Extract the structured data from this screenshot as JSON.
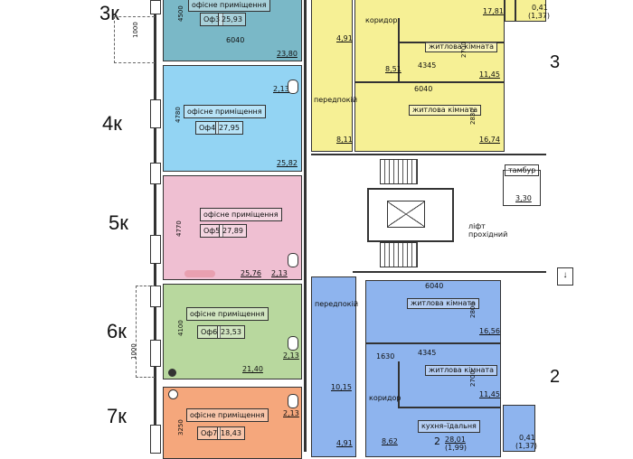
{
  "units": [
    {
      "id": "3k",
      "label": "3к",
      "type": "офісне приміщення",
      "code": "Оф3",
      "area": "25,93",
      "total": "23,80",
      "height": "4500",
      "color": "#7ab8c7"
    },
    {
      "id": "4k",
      "label": "4к",
      "type": "офісне приміщення",
      "code": "Оф4",
      "area": "27,95",
      "total": "25,82",
      "height": "4780",
      "extra": "2,13",
      "color": "#93d4f3"
    },
    {
      "id": "5k",
      "label": "5к",
      "type": "офісне приміщення",
      "code": "Оф5",
      "area": "27,89",
      "total": "25,76",
      "height": "4770",
      "extra": "2,13",
      "color": "#efbfd2"
    },
    {
      "id": "6k",
      "label": "6к",
      "type": "офісне приміщення",
      "code": "Оф6",
      "area": "23,53",
      "total": "21,40",
      "height": "4100",
      "extra": "2,13",
      "color": "#b8d89e"
    },
    {
      "id": "7k",
      "label": "7к",
      "type": "офісне приміщення",
      "code": "Оф7",
      "area": "18,43",
      "height": "3250",
      "extra": "2,13",
      "color": "#f5a77c"
    }
  ],
  "dims": {
    "width_top": "6040",
    "gap_left_1": "1000",
    "gap_left_2": "1000",
    "mid_width": "6040",
    "bottom_width": "6040",
    "inner_width": "4345",
    "inner_width_2": "4345",
    "corridor_gap": "1630",
    "h_2700": "2700",
    "h_2830": "2830",
    "h_2800": "2800",
    "h_2700b": "2700"
  },
  "apt3": {
    "number": "3",
    "corridor": "коридор",
    "corridor_area": "8,51",
    "room1": "житлова кімната",
    "room1_area": "11,45",
    "room2": "житлова кімната",
    "room2_area": "16,74",
    "hall": "передпокій",
    "hall_area": "8,11",
    "bath_area": "4,91",
    "top_area": "17,81",
    "balcony": "0,41",
    "balcony_coef": "(1,37)"
  },
  "core": {
    "tambur": "тамбур",
    "tambur_area": "3,30",
    "lift": "ліфт прохідний"
  },
  "apt2": {
    "number": "2",
    "hall": "передпокій",
    "hall_area": "10,15",
    "bath_area": "4,91",
    "corridor": "коридор",
    "corridor_area": "8,62",
    "room1": "житлова кімната",
    "room1_area": "16,56",
    "room2": "житлова кімната",
    "room2_area": "11,45",
    "kitchen": "кухня–їдальня",
    "kitchen_area": "28,01",
    "kitchen_sub": "(1,99)",
    "kitchen_code": "2",
    "balcony": "0,41",
    "balcony_coef": "(1,37)"
  }
}
